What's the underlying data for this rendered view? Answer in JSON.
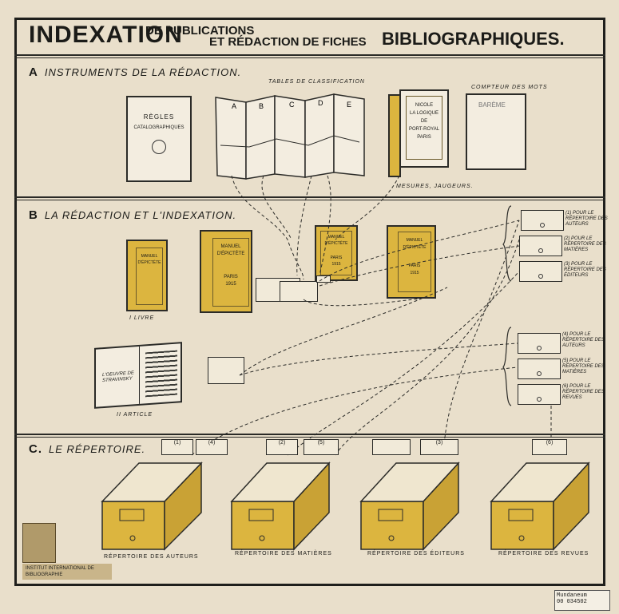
{
  "header": {
    "title_main": "INDEXATION",
    "title_line1": "DE PUBLICATIONS",
    "title_line2": "ET RÉDACTION DE FICHES",
    "title_end": "BIBLIOGRAPHIQUES."
  },
  "sections": {
    "a": {
      "letter": "A",
      "label": "INSTRUMENTS DE LA RÉDACTION."
    },
    "b": {
      "letter": "B",
      "label": "LA RÉDACTION ET L'INDEXATION."
    },
    "c": {
      "letter": "C.",
      "label": "LE RÉPERTOIRE."
    }
  },
  "section_a": {
    "regles_title": "RÈGLES",
    "regles_sub": "CATALOGRAPHIQUES",
    "tables_label": "TABLES DE CLASSIFICATION",
    "table_columns": [
      "A",
      "B",
      "C",
      "D",
      "E"
    ],
    "mesures_label": "MESURES, JAUGEURS.",
    "nicole_book": [
      "NICOLE",
      "LA LOGIQUE",
      "DE",
      "PORT-ROYAL",
      "PARIS"
    ],
    "compteur_label": "COMPTEUR DES MOTS",
    "bareme_label": "BARÈME"
  },
  "section_b": {
    "livre_label": "I  LIVRE",
    "article_label": "II  ARTICLE",
    "manuel_cover": [
      "MANUEL",
      "D'ÉPICTÈTE",
      "PARIS",
      "1915"
    ],
    "article_text": [
      "L'OEUVRE DE",
      "STRAVINSKY"
    ],
    "right_cards": [
      {
        "num": "(1)",
        "text": "POUR LE RÉPERTOIRE DES AUTEURS"
      },
      {
        "num": "(2)",
        "text": "POUR LE RÉPERTOIRE DES MATIÈRES"
      },
      {
        "num": "(3)",
        "text": "POUR LE RÉPERTOIRE DES ÉDITEURS"
      },
      {
        "num": "(4)",
        "text": "POUR LE RÉPERTOIRE DES AUTEURS"
      },
      {
        "num": "(5)",
        "text": "POUR LE RÉPERTOIRE DES MATIÈRES"
      },
      {
        "num": "(6)",
        "text": "POUR LE RÉPERTOIRE DES REVUES"
      }
    ]
  },
  "section_c": {
    "drawers": [
      {
        "cards": [
          "(1)",
          "(4)"
        ],
        "label": "RÉPERTOIRE DES AUTEURS"
      },
      {
        "cards": [
          "(2)",
          "(5)"
        ],
        "label": "RÉPERTOIRE DES MATIÈRES"
      },
      {
        "cards": [
          "",
          "(3)"
        ],
        "label": "RÉPERTOIRE DES ÉDITEURS"
      },
      {
        "cards": [
          "(6)"
        ],
        "label": "RÉPERTOIRE DES REVUES"
      }
    ]
  },
  "footer": {
    "institute": "INSTITUT INTERNATIONAL DE BIBLIOGRAPHIE",
    "stamp_label": "Mundaneum",
    "stamp_number": "00 034502"
  },
  "colors": {
    "paper": "#e9dfcb",
    "yellow": "#dcb53f",
    "ink": "#1b1b18"
  }
}
